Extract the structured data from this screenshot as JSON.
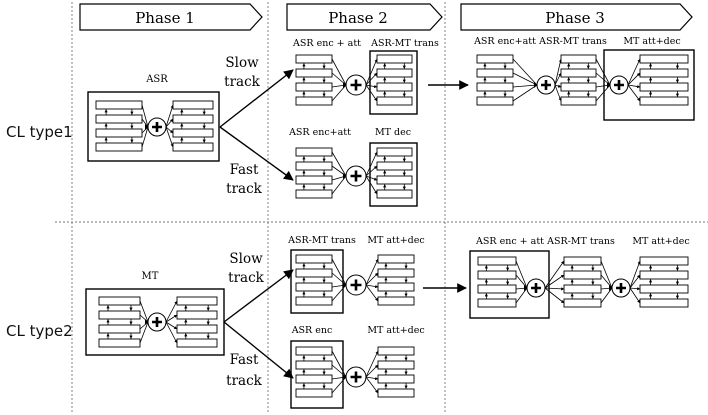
{
  "phases": [
    "Phase 1",
    "Phase 2",
    "Phase 3"
  ],
  "rows": [
    {
      "label": "CL type1",
      "phase1": {
        "title": "ASR"
      },
      "slow_label": [
        "Slow",
        "track"
      ],
      "fast_label": [
        "Fast",
        "track"
      ],
      "phase2_slow": {
        "left": "ASR enc+att",
        "right": "ASR-MT trans"
      },
      "phase2_fast": {
        "left": "ASR enc+att",
        "right": "MT dec"
      },
      "phase3": {
        "left": "ASR enc+att",
        "mid": "ASR-MT trans",
        "right": "MT att+dec"
      }
    },
    {
      "label": "CL type2",
      "phase1": {
        "title": "MT"
      },
      "slow_label": [
        "Slow",
        "track"
      ],
      "fast_label": [
        "Fast",
        "track"
      ],
      "phase2_slow": {
        "left": "ASR-MT trans",
        "right": "MT att+dec"
      },
      "phase2_fast": {
        "left": "ASR enc",
        "right": "MT att+dec"
      },
      "phase3": {
        "left": "ASR enc + att",
        "mid": "ASR-MT trans",
        "right": "MT att+dec"
      }
    }
  ],
  "phase2_type1_slow_left_override": "ASR enc + att"
}
